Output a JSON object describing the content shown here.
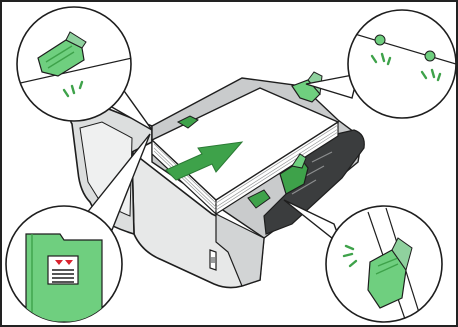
{
  "figure": {
    "frame": "bordered",
    "subject": "paper-tray-loading-illustration"
  },
  "colors": {
    "accent_green": "#3ea24a",
    "light_green": "#8fd19e",
    "guide_green": "#6fcf7f",
    "outline": "#1e1e1e",
    "tray_body": "#e7e8e8",
    "tray_shadow": "#c9cbcc",
    "paper": "#ffffff",
    "label_red": "#d9232e"
  },
  "icons": {
    "direction_arrow": "arrow-right-icon",
    "snap_marks": "click-marks-icon",
    "tray_label": "max-stack-label-icon"
  },
  "callouts": [
    {
      "name": "callout-top-left",
      "content": "side-guide-tab-detail"
    },
    {
      "name": "callout-top-right",
      "content": "rear-guide-clicks-detail"
    },
    {
      "name": "callout-bottom-left",
      "content": "paper-limit-label-detail"
    },
    {
      "name": "callout-bottom-right",
      "content": "side-guide-clip-detail"
    }
  ]
}
